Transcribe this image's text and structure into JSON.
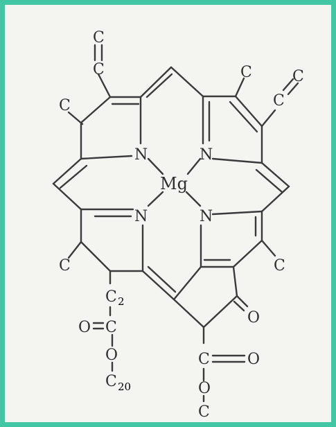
{
  "molecule": {
    "metal": "Mg",
    "nitrogen": "N",
    "carbon": "C",
    "oxygen": "O",
    "subscript_2": "2",
    "subscript_20": "20"
  },
  "colors": {
    "frame": "#43c6a3",
    "ink": "#2e2e2e",
    "paper": "#f4f4f1"
  }
}
